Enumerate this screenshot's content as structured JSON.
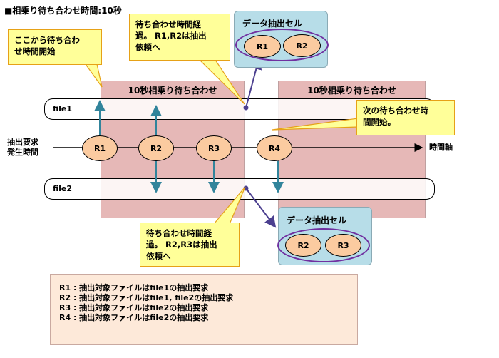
{
  "title": "■相乗り待ち合わせ時間:10秒",
  "zones": [
    {
      "label": "10秒相乗り待ち合わせ"
    },
    {
      "label": "10秒相乗り待ち合わせ"
    }
  ],
  "lanes": {
    "file1": "file1",
    "file2": "file2"
  },
  "axis": {
    "left_label_line1": "抽出要求",
    "left_label_line2": "発生時間",
    "right_label": "時間軸"
  },
  "requests": [
    "R1",
    "R2",
    "R3",
    "R4"
  ],
  "callouts": {
    "start": "ここから待ち合わ\nせ時間開始",
    "elapsed1": "待ち合わせ時間経\n過。 R1,R2は抽出\n依頼へ",
    "next": "次の待ち合わせ時\n間開始。",
    "elapsed2": "待ち合わせ時間経\n過。 R2,R3は抽出\n依頼へ"
  },
  "cells": [
    {
      "title": "データ抽出セル",
      "items": [
        "R1",
        "R2"
      ]
    },
    {
      "title": "データ抽出セル",
      "items": [
        "R2",
        "R3"
      ]
    }
  ],
  "legend": [
    "R1 : 抽出対象ファイルはfile1の抽出要求",
    "R2 : 抽出対象ファイルはfile1, file2の抽出要求",
    "R3 : 抽出対象ファイルはfile2の抽出要求",
    "R4 : 抽出対象ファイルはfile2の抽出要求"
  ],
  "colors": {
    "zone_fill": "#e6b8b7",
    "request_fill": "#fbcba0",
    "callout_fill": "#ffff99",
    "callout_border": "#e6a117",
    "cell_fill": "#b7dde8",
    "cell_ellipse": "#7030a0",
    "arrow_teal": "#31849b",
    "legend_fill": "#fde9d9",
    "pointer": "#7030a0"
  }
}
